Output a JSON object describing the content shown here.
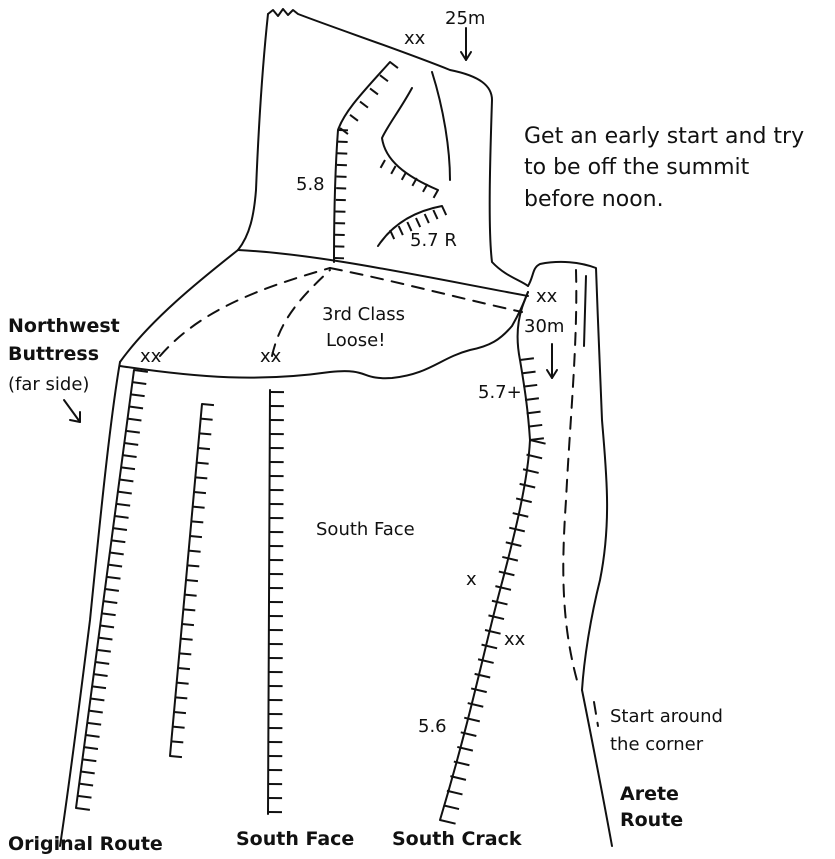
{
  "colors": {
    "ink": "#111111",
    "background": "#ffffff"
  },
  "note": [
    "Get an early start and try",
    "to be off the summit",
    "before noon."
  ],
  "summit": {
    "anchor_xx": "xx",
    "length_25m": "25m",
    "grade_58": "5.8",
    "grade_57r": "5.7 R"
  },
  "ledge": {
    "class_line1": "3rd Class",
    "class_line2": "Loose!",
    "anchor_left": "xx",
    "anchor_mid": "xx",
    "anchor_right": "xx",
    "length_30m": "30m",
    "grade_57plus": "5.7+"
  },
  "northwest": {
    "line1": "Northwest",
    "line2": "Buttress",
    "line3": "(far side)"
  },
  "face": {
    "label": "South Face",
    "bolt_x": "x",
    "bolt_xx": "xx",
    "grade_56": "5.6"
  },
  "start_note": [
    "Start around",
    "the corner"
  ],
  "routes": {
    "original": "Original Route",
    "south_face": "South Face",
    "south_crack": "South Crack",
    "arete_line1": "Arete",
    "arete_line2": "Route"
  },
  "icons": [
    "arrow-down-icon",
    "arrow-pointer-icon"
  ]
}
